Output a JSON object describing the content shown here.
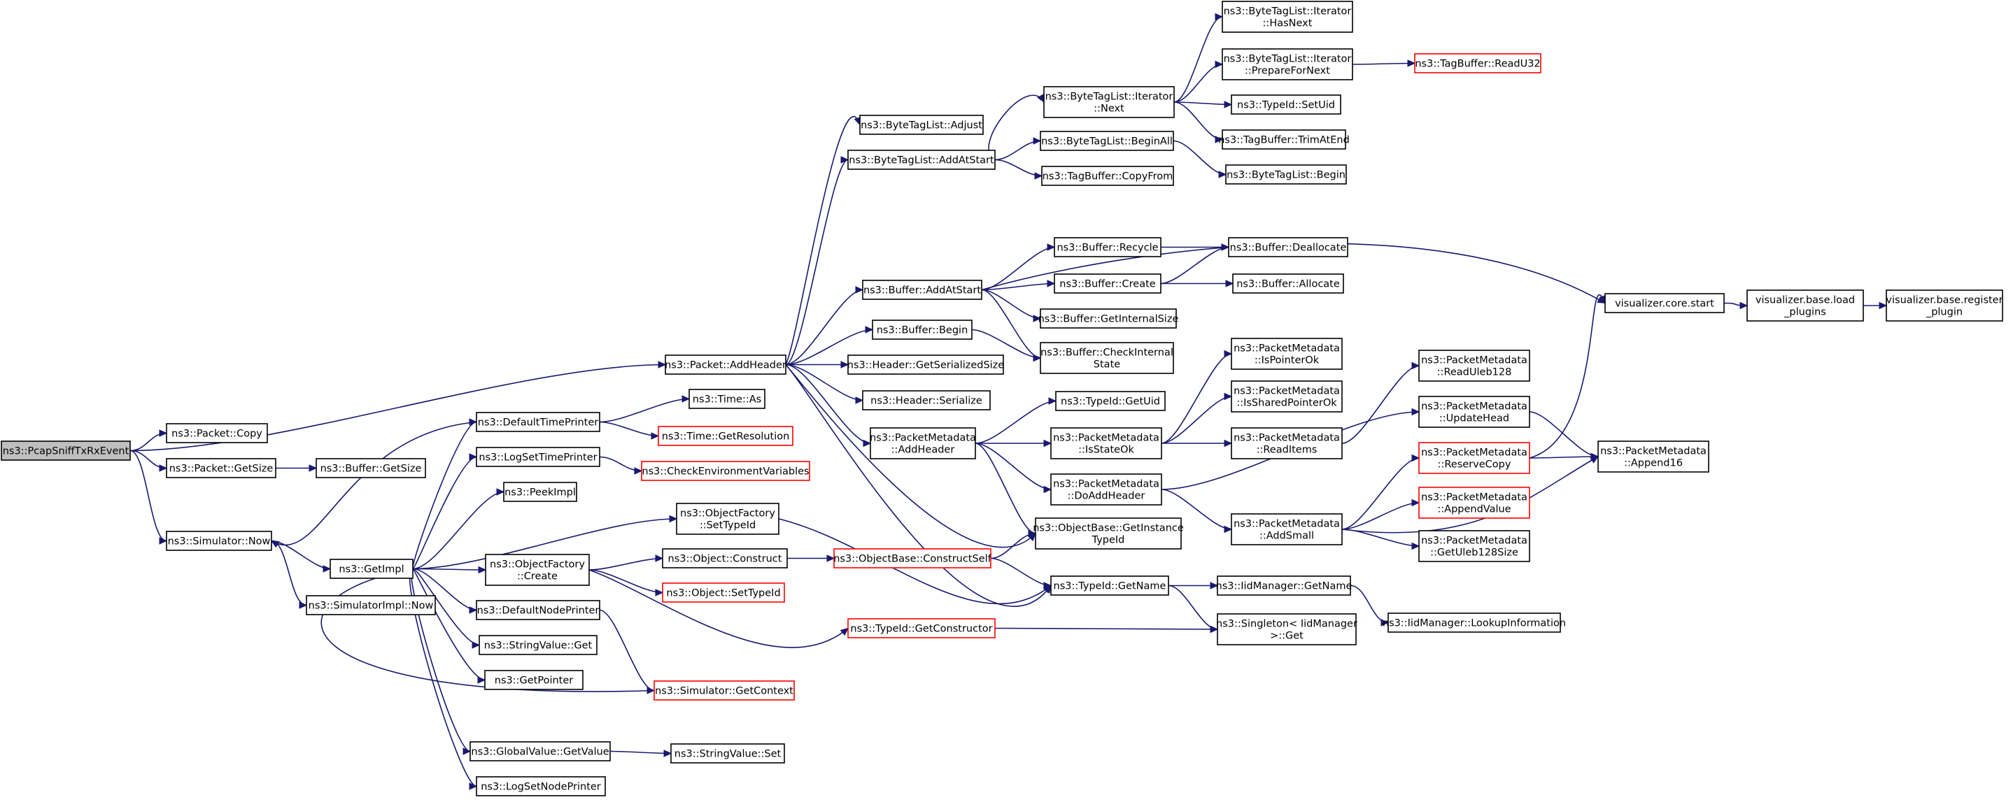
{
  "graph": {
    "nodes": [
      {
        "id": "root",
        "lines": [
          "ns3::PcapSniffTxRxEvent"
        ],
        "style": "root"
      },
      {
        "id": "pkt_addheader",
        "lines": [
          "ns3::Packet::AddHeader"
        ],
        "style": "normal"
      },
      {
        "id": "pkt_copy",
        "lines": [
          "ns3::Packet::Copy"
        ],
        "style": "normal"
      },
      {
        "id": "pkt_getsize",
        "lines": [
          "ns3::Packet::GetSize"
        ],
        "style": "normal"
      },
      {
        "id": "sim_now",
        "lines": [
          "ns3::Simulator::Now"
        ],
        "style": "normal"
      },
      {
        "id": "buf_getsize",
        "lines": [
          "ns3::Buffer::GetSize"
        ],
        "style": "normal"
      },
      {
        "id": "getimpl",
        "lines": [
          "ns3::GetImpl"
        ],
        "style": "normal"
      },
      {
        "id": "simimpl_now",
        "lines": [
          "ns3::SimulatorImpl::Now"
        ],
        "style": "normal"
      },
      {
        "id": "deftimeprinter",
        "lines": [
          "ns3::DefaultTimePrinter"
        ],
        "style": "normal"
      },
      {
        "id": "logsettimeprinter",
        "lines": [
          "ns3::LogSetTimePrinter"
        ],
        "style": "normal"
      },
      {
        "id": "peekimpl",
        "lines": [
          "ns3::PeekImpl"
        ],
        "style": "normal"
      },
      {
        "id": "objfactory_create",
        "lines": [
          "ns3::ObjectFactory",
          "::Create"
        ],
        "style": "normal"
      },
      {
        "id": "defnodeprinter",
        "lines": [
          "ns3::DefaultNodePrinter"
        ],
        "style": "normal"
      },
      {
        "id": "stringvalue_get",
        "lines": [
          "ns3::StringValue::Get"
        ],
        "style": "normal"
      },
      {
        "id": "getpointer",
        "lines": [
          "ns3::GetPointer"
        ],
        "style": "normal"
      },
      {
        "id": "globalvalue_getvalue",
        "lines": [
          "ns3::GlobalValue::GetValue"
        ],
        "style": "normal"
      },
      {
        "id": "logsetnodeprinter",
        "lines": [
          "ns3::LogSetNodePrinter"
        ],
        "style": "normal"
      },
      {
        "id": "time_as",
        "lines": [
          "ns3::Time::As"
        ],
        "style": "normal"
      },
      {
        "id": "time_getres",
        "lines": [
          "ns3::Time::GetResolution"
        ],
        "style": "red"
      },
      {
        "id": "checkenv",
        "lines": [
          "ns3::CheckEnvironmentVariables"
        ],
        "style": "red"
      },
      {
        "id": "objfactory_settypeid",
        "lines": [
          "ns3::ObjectFactory",
          "::SetTypeId"
        ],
        "style": "normal"
      },
      {
        "id": "object_construct",
        "lines": [
          "ns3::Object::Construct"
        ],
        "style": "normal"
      },
      {
        "id": "object_settypeid",
        "lines": [
          "ns3::Object::SetTypeId"
        ],
        "style": "red"
      },
      {
        "id": "sim_getcontext",
        "lines": [
          "ns3::Simulator::GetContext"
        ],
        "style": "red"
      },
      {
        "id": "stringvalue_set",
        "lines": [
          "ns3::StringValue::Set"
        ],
        "style": "normal"
      },
      {
        "id": "btl_adjust",
        "lines": [
          "ns3::ByteTagList::Adjust"
        ],
        "style": "normal"
      },
      {
        "id": "btl_addatstart",
        "lines": [
          "ns3::ByteTagList::AddAtStart"
        ],
        "style": "normal"
      },
      {
        "id": "buf_addatstart",
        "lines": [
          "ns3::Buffer::AddAtStart"
        ],
        "style": "normal"
      },
      {
        "id": "buf_begin",
        "lines": [
          "ns3::Buffer::Begin"
        ],
        "style": "normal"
      },
      {
        "id": "hdr_getser",
        "lines": [
          "ns3::Header::GetSerializedSize"
        ],
        "style": "normal"
      },
      {
        "id": "hdr_ser",
        "lines": [
          "ns3::Header::Serialize"
        ],
        "style": "normal"
      },
      {
        "id": "pm_addheader",
        "lines": [
          "ns3::PacketMetadata",
          "::AddHeader"
        ],
        "style": "normal"
      },
      {
        "id": "objbase_constructself",
        "lines": [
          "ns3::ObjectBase::ConstructSelf"
        ],
        "style": "red"
      },
      {
        "id": "typeid_getctor",
        "lines": [
          "ns3::TypeId::GetConstructor"
        ],
        "style": "red"
      },
      {
        "id": "btli_next",
        "lines": [
          "ns3::ByteTagList::Iterator",
          "::Next"
        ],
        "style": "normal"
      },
      {
        "id": "btl_beginall",
        "lines": [
          "ns3::ByteTagList::BeginAll"
        ],
        "style": "normal"
      },
      {
        "id": "tb_copyfrom",
        "lines": [
          "ns3::TagBuffer::CopyFrom"
        ],
        "style": "normal"
      },
      {
        "id": "buf_recycle",
        "lines": [
          "ns3::Buffer::Recycle"
        ],
        "style": "normal"
      },
      {
        "id": "buf_create",
        "lines": [
          "ns3::Buffer::Create"
        ],
        "style": "normal"
      },
      {
        "id": "buf_getinternalsize",
        "lines": [
          "ns3::Buffer::GetInternalSize"
        ],
        "style": "normal"
      },
      {
        "id": "buf_checkinternal",
        "lines": [
          "ns3::Buffer::CheckInternal",
          "State"
        ],
        "style": "normal"
      },
      {
        "id": "typeid_getuid",
        "lines": [
          "ns3::TypeId::GetUid"
        ],
        "style": "normal"
      },
      {
        "id": "pm_isstateok",
        "lines": [
          "ns3::PacketMetadata",
          "::IsStateOk"
        ],
        "style": "normal"
      },
      {
        "id": "pm_doaddheader",
        "lines": [
          "ns3::PacketMetadata",
          "::DoAddHeader"
        ],
        "style": "normal"
      },
      {
        "id": "objbase_getinstance",
        "lines": [
          "ns3::ObjectBase::GetInstance",
          "TypeId"
        ],
        "style": "normal"
      },
      {
        "id": "typeid_getname",
        "lines": [
          "ns3::TypeId::GetName"
        ],
        "style": "normal"
      },
      {
        "id": "btli_hasnext",
        "lines": [
          "ns3::ByteTagList::Iterator",
          "::HasNext"
        ],
        "style": "normal"
      },
      {
        "id": "btli_preparefornext",
        "lines": [
          "ns3::ByteTagList::Iterator",
          "::PrepareForNext"
        ],
        "style": "normal"
      },
      {
        "id": "typeid_setuid",
        "lines": [
          "ns3::TypeId::SetUid"
        ],
        "style": "normal"
      },
      {
        "id": "tb_trimatend",
        "lines": [
          "ns3::TagBuffer::TrimAtEnd"
        ],
        "style": "normal"
      },
      {
        "id": "btl_begin",
        "lines": [
          "ns3::ByteTagList::Begin"
        ],
        "style": "normal"
      },
      {
        "id": "buf_deallocate",
        "lines": [
          "ns3::Buffer::Deallocate"
        ],
        "style": "normal"
      },
      {
        "id": "buf_allocate",
        "lines": [
          "ns3::Buffer::Allocate"
        ],
        "style": "normal"
      },
      {
        "id": "pm_ispointerok",
        "lines": [
          "ns3::PacketMetadata",
          "::IsPointerOk"
        ],
        "style": "normal"
      },
      {
        "id": "pm_issharedpointerok",
        "lines": [
          "ns3::PacketMetadata",
          "::IsSharedPointerOk"
        ],
        "style": "normal"
      },
      {
        "id": "pm_readitems",
        "lines": [
          "ns3::PacketMetadata",
          "::ReadItems"
        ],
        "style": "normal"
      },
      {
        "id": "pm_addsmall",
        "lines": [
          "ns3::PacketMetadata",
          "::AddSmall"
        ],
        "style": "normal"
      },
      {
        "id": "iidm_getname",
        "lines": [
          "ns3::IidManager::GetName"
        ],
        "style": "normal"
      },
      {
        "id": "singleton_get",
        "lines": [
          "ns3::Singleton< IidManager",
          "&gt;::Get"
        ],
        "style": "normal"
      },
      {
        "id": "tb_readu32",
        "lines": [
          "ns3::TagBuffer::ReadU32"
        ],
        "style": "red"
      },
      {
        "id": "pm_readuleb128",
        "lines": [
          "ns3::PacketMetadata",
          "::ReadUleb128"
        ],
        "style": "normal"
      },
      {
        "id": "pm_updatehead",
        "lines": [
          "ns3::PacketMetadata",
          "::UpdateHead"
        ],
        "style": "normal"
      },
      {
        "id": "pm_reservecopy",
        "lines": [
          "ns3::PacketMetadata",
          "::ReserveCopy"
        ],
        "style": "red"
      },
      {
        "id": "pm_appendvalue",
        "lines": [
          "ns3::PacketMetadata",
          "::AppendValue"
        ],
        "style": "red"
      },
      {
        "id": "pm_getuleb128size",
        "lines": [
          "ns3::PacketMetadata",
          "::GetUleb128Size"
        ],
        "style": "normal"
      },
      {
        "id": "iidm_lookupinfo",
        "lines": [
          "ns3::IidManager::LookupInformation"
        ],
        "style": "normal"
      },
      {
        "id": "viz_core_start",
        "lines": [
          "visualizer.core.start"
        ],
        "style": "normal"
      },
      {
        "id": "pm_append16",
        "lines": [
          "ns3::PacketMetadata",
          "::Append16"
        ],
        "style": "normal"
      },
      {
        "id": "viz_base_load",
        "lines": [
          "visualizer.base.load",
          "_plugins"
        ],
        "style": "normal"
      },
      {
        "id": "viz_base_register",
        "lines": [
          "visualizer.base.register",
          "_plugin"
        ],
        "style": "normal"
      }
    ],
    "edges": [
      [
        "root",
        "pkt_addheader"
      ],
      [
        "root",
        "pkt_copy"
      ],
      [
        "root",
        "pkt_getsize"
      ],
      [
        "root",
        "sim_now"
      ],
      [
        "pkt_getsize",
        "buf_getsize"
      ],
      [
        "sim_now",
        "getimpl"
      ],
      [
        "sim_now",
        "simimpl_now"
      ],
      [
        "getimpl",
        "deftimeprinter"
      ],
      [
        "getimpl",
        "logsettimeprinter"
      ],
      [
        "getimpl",
        "peekimpl"
      ],
      [
        "getimpl",
        "objfactory_settypeid"
      ],
      [
        "getimpl",
        "objfactory_create"
      ],
      [
        "getimpl",
        "defnodeprinter"
      ],
      [
        "getimpl",
        "stringvalue_get"
      ],
      [
        "getimpl",
        "getpointer"
      ],
      [
        "getimpl",
        "globalvalue_getvalue"
      ],
      [
        "getimpl",
        "logsetnodeprinter"
      ],
      [
        "deftimeprinter",
        "sim_now"
      ],
      [
        "deftimeprinter",
        "time_as"
      ],
      [
        "deftimeprinter",
        "time_getres"
      ],
      [
        "logsettimeprinter",
        "checkenv"
      ],
      [
        "objfactory_create",
        "object_construct"
      ],
      [
        "objfactory_create",
        "object_settypeid"
      ],
      [
        "objfactory_create",
        "typeid_getctor"
      ],
      [
        "objfactory_settypeid",
        "typeid_getname"
      ],
      [
        "defnodeprinter",
        "sim_getcontext"
      ],
      [
        "sim_getcontext",
        "getimpl"
      ],
      [
        "globalvalue_getvalue",
        "stringvalue_set"
      ],
      [
        "object_construct",
        "objbase_constructself"
      ],
      [
        "objbase_constructself",
        "objbase_getinstance"
      ],
      [
        "objbase_constructself",
        "typeid_getname"
      ],
      [
        "typeid_getctor",
        "singleton_get"
      ],
      [
        "pkt_addheader",
        "btl_adjust"
      ],
      [
        "pkt_addheader",
        "btl_addatstart"
      ],
      [
        "pkt_addheader",
        "buf_addatstart"
      ],
      [
        "pkt_addheader",
        "buf_begin"
      ],
      [
        "pkt_addheader",
        "hdr_getser"
      ],
      [
        "pkt_addheader",
        "hdr_ser"
      ],
      [
        "pkt_addheader",
        "pm_addheader"
      ],
      [
        "pkt_addheader",
        "objbase_getinstance"
      ],
      [
        "pkt_addheader",
        "typeid_getname"
      ],
      [
        "btl_addatstart",
        "btli_next"
      ],
      [
        "btl_addatstart",
        "btl_beginall"
      ],
      [
        "btl_addatstart",
        "tb_copyfrom"
      ],
      [
        "btli_next",
        "btli_hasnext"
      ],
      [
        "btli_next",
        "btli_preparefornext"
      ],
      [
        "btli_next",
        "typeid_setuid"
      ],
      [
        "btli_next",
        "tb_trimatend"
      ],
      [
        "btl_beginall",
        "btl_begin"
      ],
      [
        "btli_preparefornext",
        "tb_readu32"
      ],
      [
        "buf_addatstart",
        "buf_recycle"
      ],
      [
        "buf_addatstart",
        "buf_create"
      ],
      [
        "buf_addatstart",
        "buf_getinternalsize"
      ],
      [
        "buf_addatstart",
        "buf_checkinternal"
      ],
      [
        "buf_addatstart",
        "viz_core_start"
      ],
      [
        "buf_recycle",
        "buf_deallocate"
      ],
      [
        "buf_create",
        "buf_deallocate"
      ],
      [
        "buf_create",
        "buf_allocate"
      ],
      [
        "buf_begin",
        "buf_checkinternal"
      ],
      [
        "pm_addheader",
        "typeid_getuid"
      ],
      [
        "pm_addheader",
        "pm_isstateok"
      ],
      [
        "pm_addheader",
        "pm_doaddheader"
      ],
      [
        "pm_addheader",
        "objbase_getinstance"
      ],
      [
        "pm_isstateok",
        "pm_ispointerok"
      ],
      [
        "pm_isstateok",
        "pm_issharedpointerok"
      ],
      [
        "pm_isstateok",
        "pm_readitems"
      ],
      [
        "pm_readitems",
        "pm_readuleb128"
      ],
      [
        "pm_doaddheader",
        "pm_addsmall"
      ],
      [
        "pm_doaddheader",
        "pm_updatehead"
      ],
      [
        "pm_addsmall",
        "pm_reservecopy"
      ],
      [
        "pm_addsmall",
        "pm_appendvalue"
      ],
      [
        "pm_addsmall",
        "pm_getuleb128size"
      ],
      [
        "pm_addsmall",
        "pm_append16"
      ],
      [
        "pm_reservecopy",
        "viz_core_start"
      ],
      [
        "pm_reservecopy",
        "pm_append16"
      ],
      [
        "pm_updatehead",
        "pm_append16"
      ],
      [
        "typeid_getname",
        "iidm_getname"
      ],
      [
        "typeid_getname",
        "singleton_get"
      ],
      [
        "iidm_getname",
        "iidm_lookupinfo"
      ],
      [
        "viz_core_start",
        "viz_base_load"
      ],
      [
        "viz_base_load",
        "viz_base_register"
      ]
    ]
  },
  "colors": {
    "edge": "#191970",
    "node_border": "#000000",
    "node_border_red": "#ff0000",
    "node_fill": "#ffffff",
    "root_fill": "#bfbfbf"
  }
}
